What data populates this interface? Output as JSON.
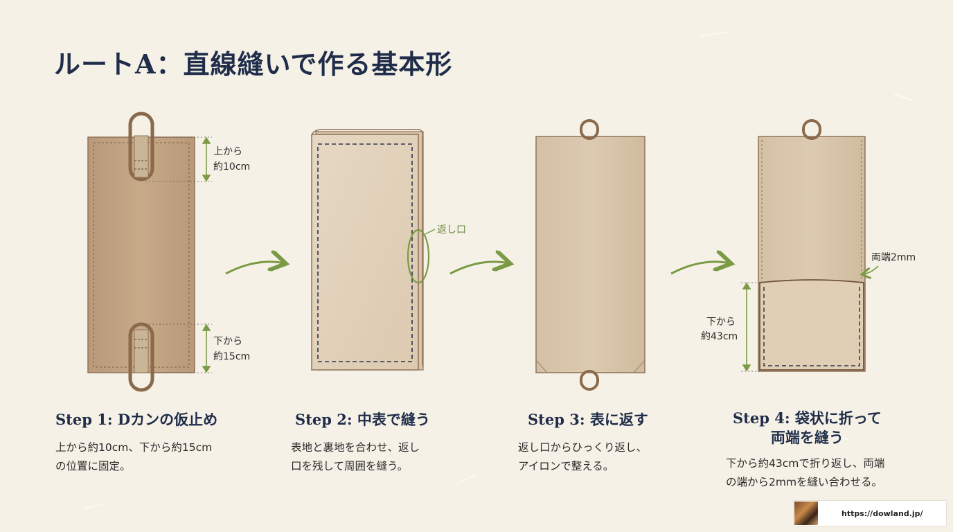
{
  "title": "ルートA：直線縫いで作る基本形",
  "steps": [
    {
      "title": "Step 1: Dカンの仮止め",
      "desc": "上から約10cm、下から約15cm\nの位置に固定。",
      "annotations": {
        "top": "上から\n約10cm",
        "bottom": "下から\n約15cm"
      }
    },
    {
      "title": "Step 2: 中表で縫う",
      "desc": "表地と裏地を合わせ、返し\n口を残して周囲を縫う。",
      "annotations": {
        "opening": "返し口"
      }
    },
    {
      "title": "Step 3: 表に返す",
      "desc": "返し口からひっくり返し、\nアイロンで整える。"
    },
    {
      "title": "Step 4: 袋状に折って\n両端を縫う",
      "desc": "下から約43cmで折り返し、両端\nの端から2mmを縫い合わせる。",
      "annotations": {
        "edge": "両端2mm",
        "fold": "下から\n約43cm"
      }
    }
  ],
  "footer": {
    "url": "https://dowland.jp/"
  },
  "colors": {
    "background": "#f6f1e6",
    "fabric_dark": "#c2a582",
    "fabric_light": "#e3d3bb",
    "accent_green": "#7b9a45",
    "title_navy": "#1f2d4a"
  }
}
